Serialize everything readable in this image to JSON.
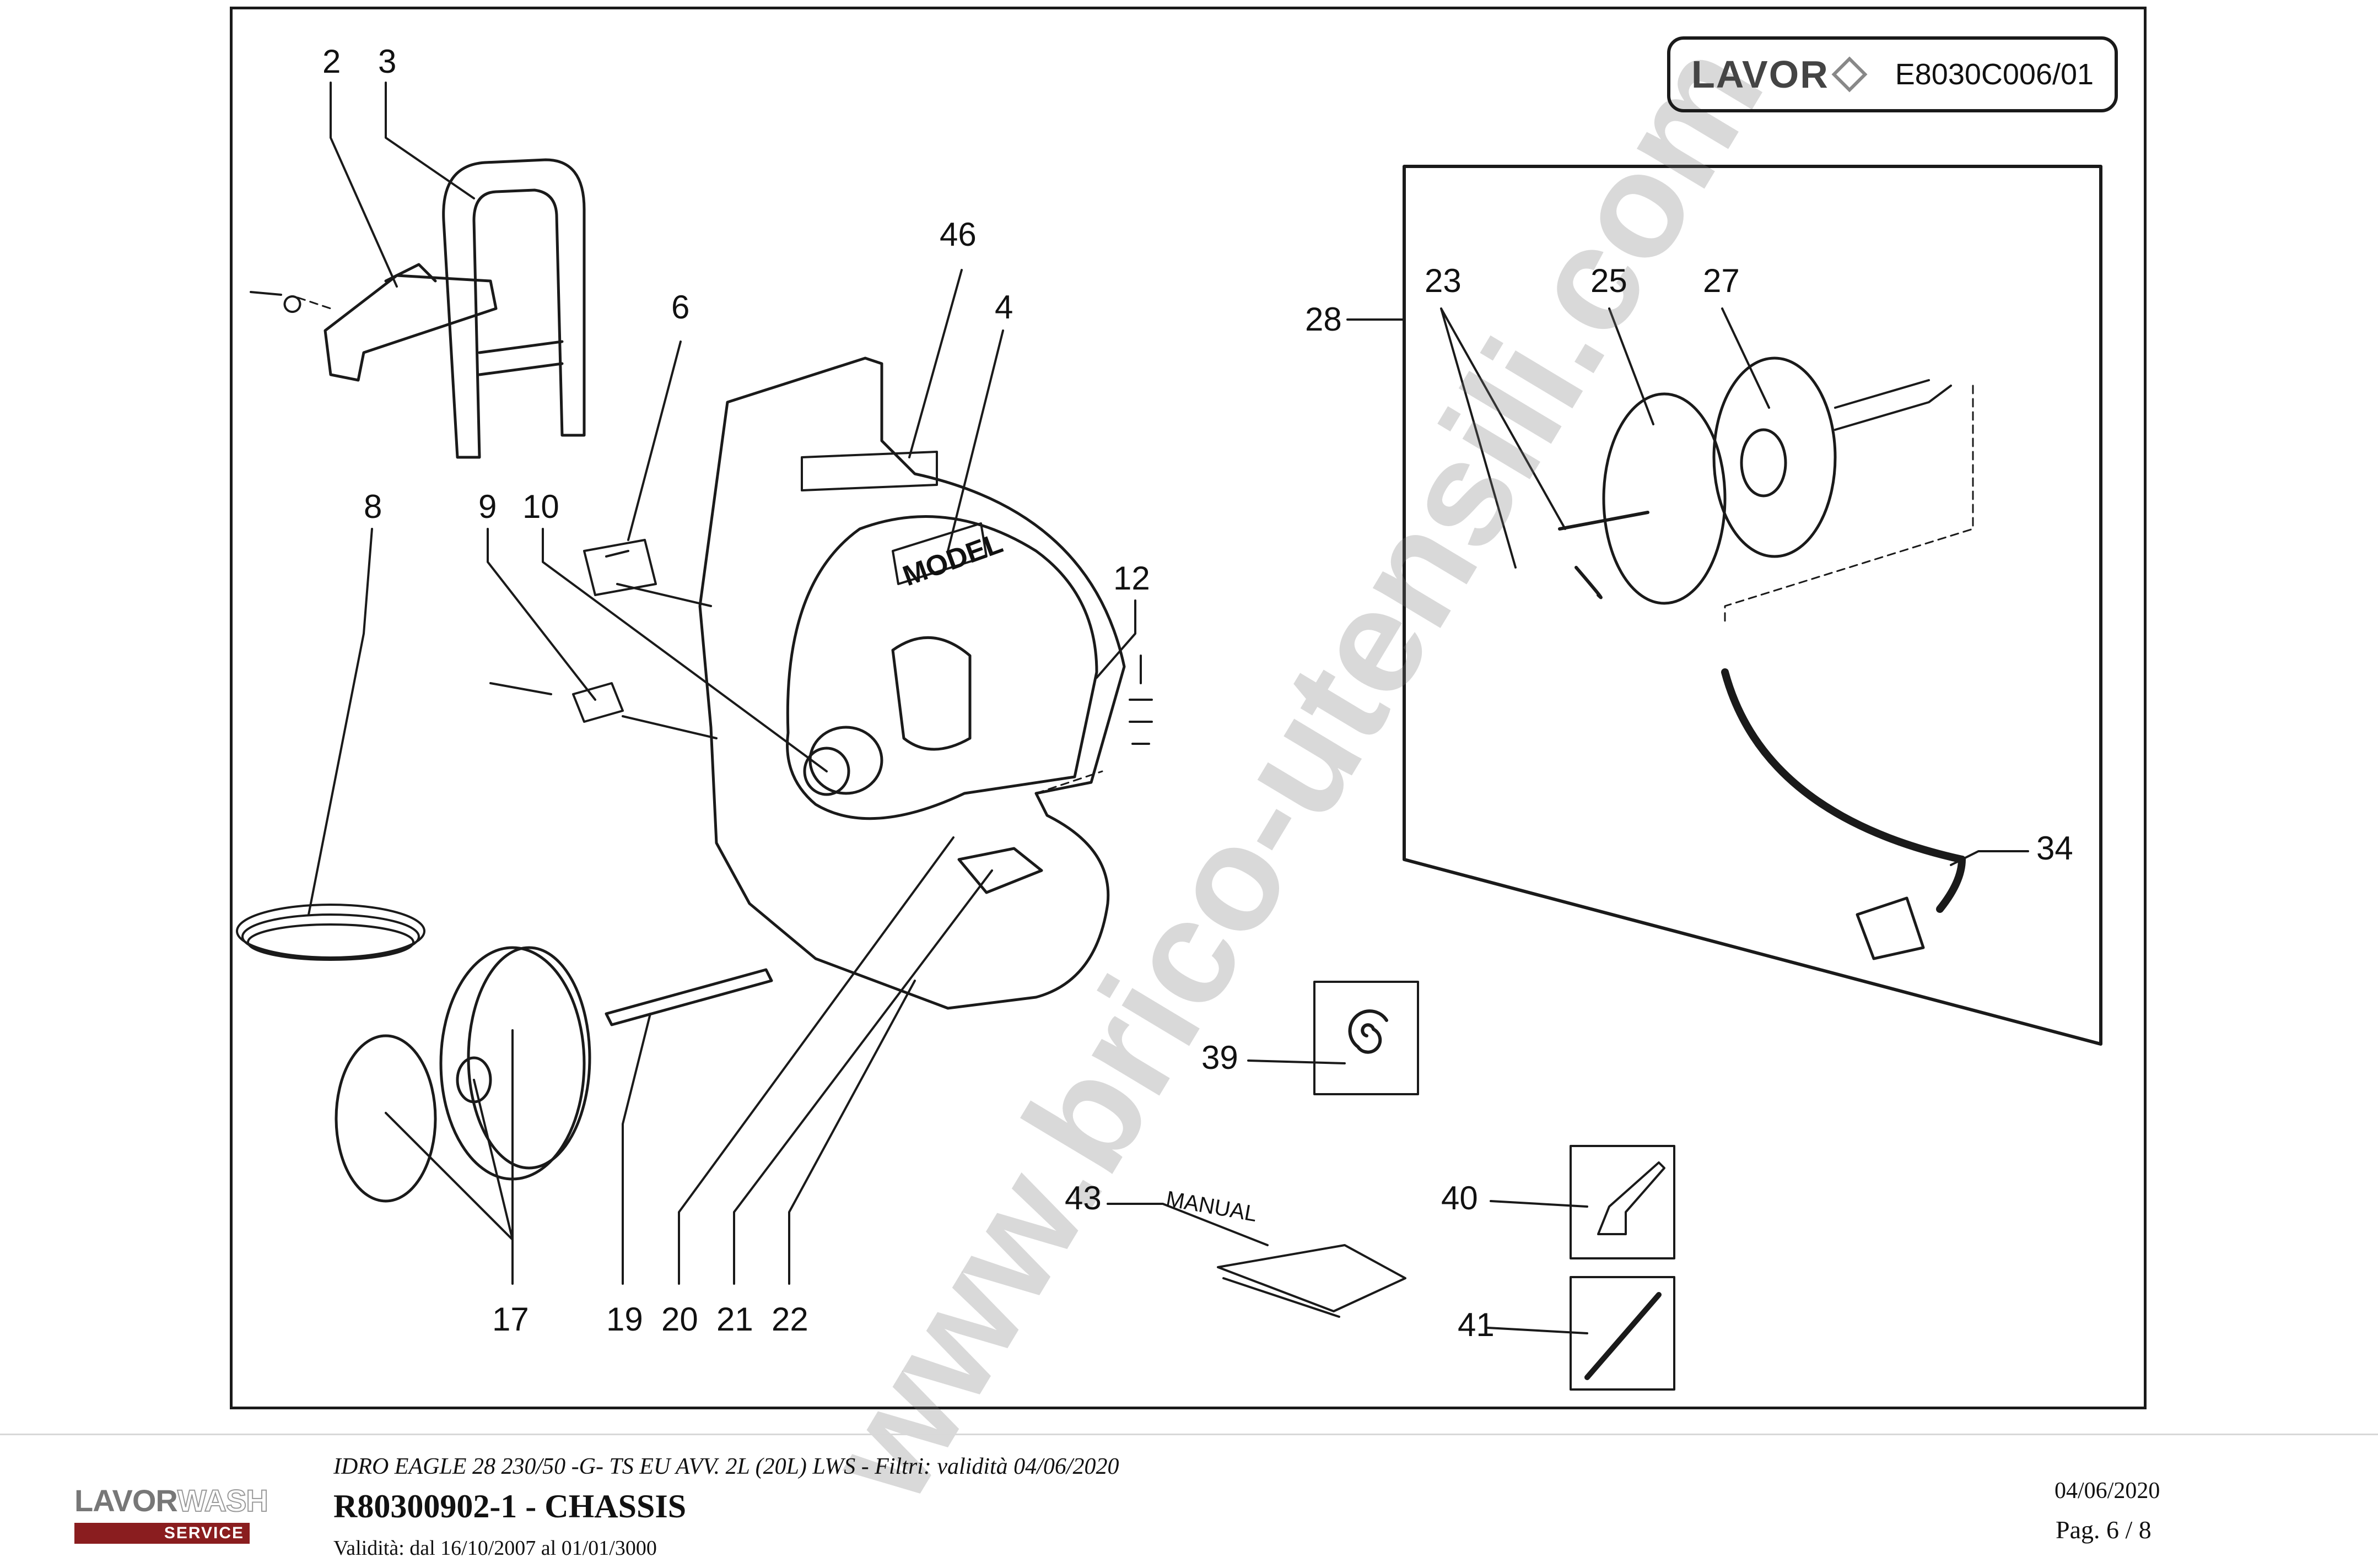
{
  "header": {
    "brand": "LAVOR",
    "drawing_code": "E8030C006/01"
  },
  "diagram": {
    "label_model": "MODEL",
    "label_manual": "MANUAL",
    "callouts": [
      "2",
      "3",
      "46",
      "4",
      "6",
      "8",
      "9",
      "10",
      "12",
      "28",
      "23",
      "25",
      "27",
      "34",
      "39",
      "40",
      "41",
      "43",
      "17",
      "19",
      "20",
      "21",
      "22"
    ]
  },
  "watermark": "www.brico-utensili.com",
  "footer": {
    "logo_brand_a": "LAVOR",
    "logo_brand_b": "WASH",
    "logo_service": "SERVICE",
    "model_line": "IDRO EAGLE 28 230/50 -G- TS EU AVV. 2L (20L) LWS - Filtri: validità 04/06/2020",
    "doc_title": "R80300902-1 - CHASSIS",
    "validity": "Validità: dal 16/10/2007 al 01/01/3000",
    "date": "04/06/2020",
    "page": "Pag. 6 / 8"
  }
}
